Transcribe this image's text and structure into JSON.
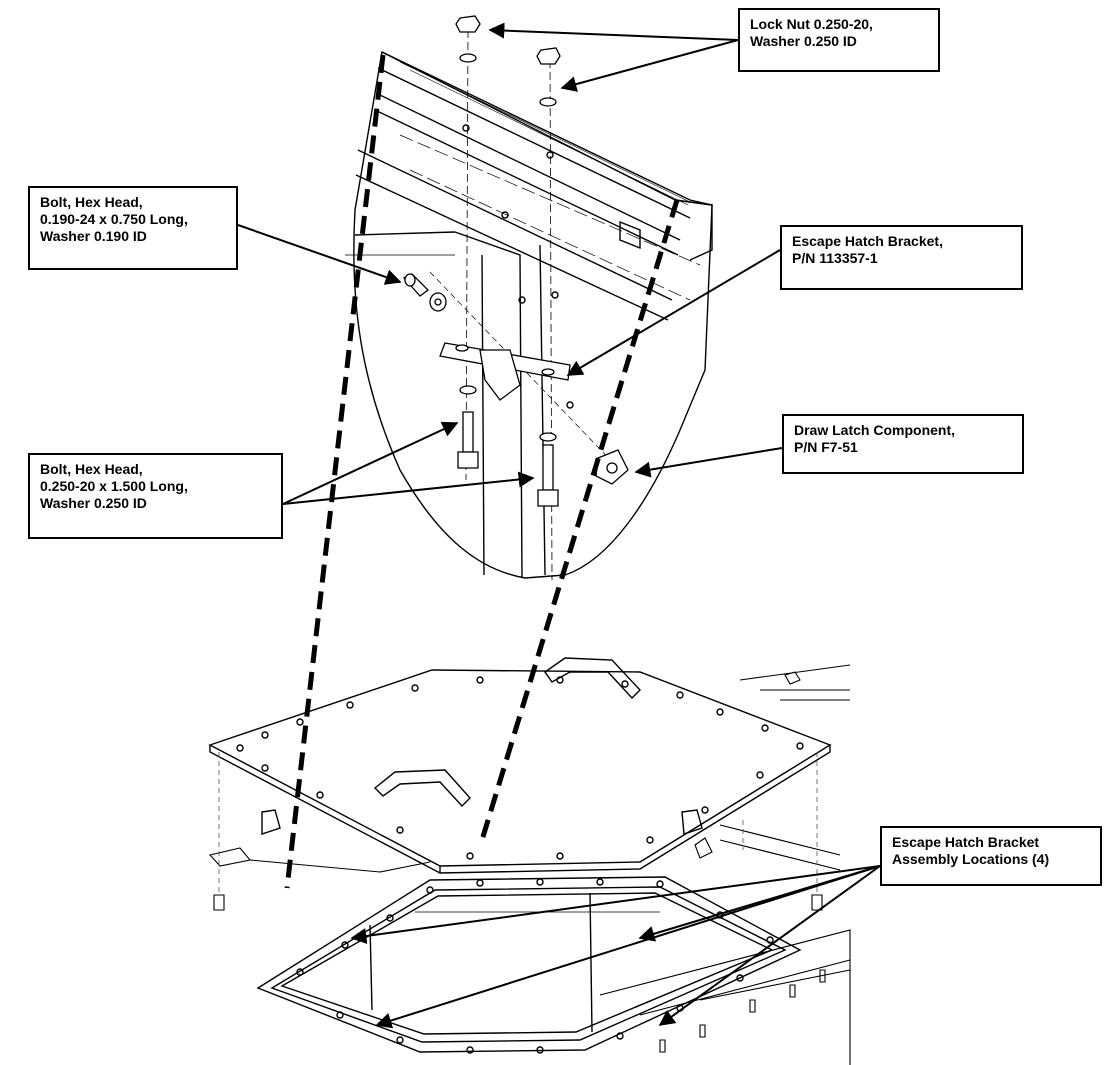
{
  "callouts": {
    "lock_nut": {
      "lines": [
        "Lock Nut 0.250-20,",
        "Washer 0.250 ID"
      ]
    },
    "bolt_small": {
      "lines": [
        "Bolt, Hex Head,",
        "0.190-24 x 0.750 Long,",
        "Washer 0.190 ID"
      ]
    },
    "hatch_bracket": {
      "lines": [
        "Escape Hatch Bracket,",
        "P/N 113357-1"
      ]
    },
    "draw_latch": {
      "lines": [
        "Draw Latch Component,",
        "P/N F7-51"
      ]
    },
    "bolt_large": {
      "lines": [
        "Bolt, Hex Head,",
        "0.250-20 x 1.500 Long,",
        "Washer 0.250 ID"
      ]
    },
    "assembly_locations": {
      "lines": [
        "Escape Hatch Bracket",
        "Assembly Locations (4)"
      ]
    }
  },
  "colors": {
    "ink": "#000000",
    "paper": "#ffffff",
    "dash": "#777777"
  }
}
